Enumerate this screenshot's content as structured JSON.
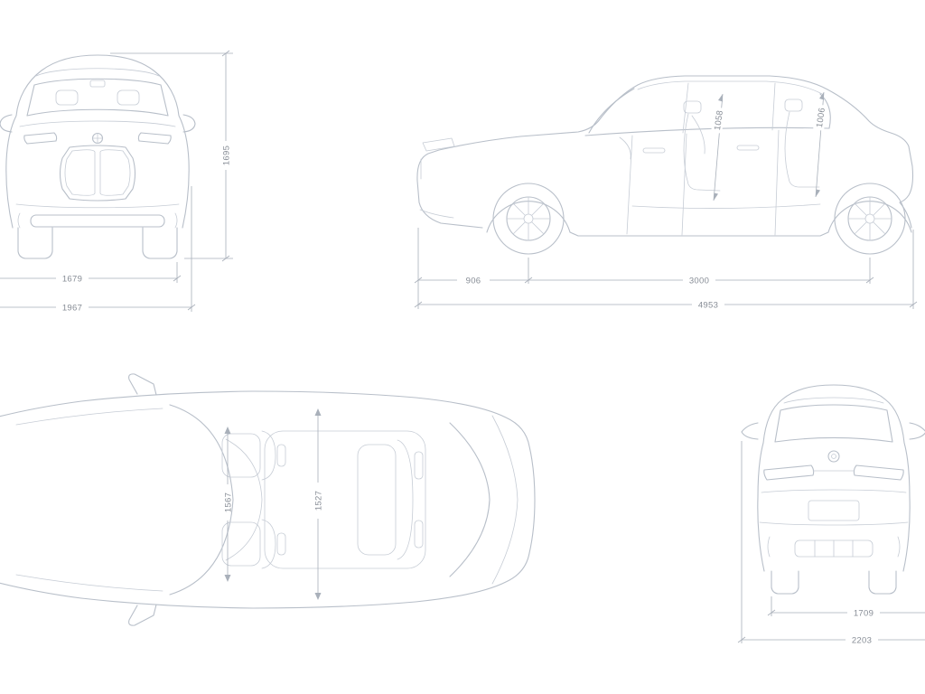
{
  "page": {
    "background": "#ffffff",
    "car_line_color": "#b8bfc9",
    "dimension_line_color": "#a9b0ba",
    "dimension_text_color": "#878d96"
  },
  "views": {
    "front": {
      "dims": {
        "height": "1695",
        "track": "1679",
        "width": "1967"
      }
    },
    "side": {
      "dims": {
        "front_headroom": "1058",
        "rear_headroom": "1006",
        "front_overhang": "906",
        "wheelbase": "3000",
        "length": "4953"
      }
    },
    "top": {
      "dims": {
        "width_front": "1567",
        "width_rear": "1527"
      }
    },
    "rear": {
      "dims": {
        "track": "1709",
        "width": "2203"
      }
    }
  }
}
